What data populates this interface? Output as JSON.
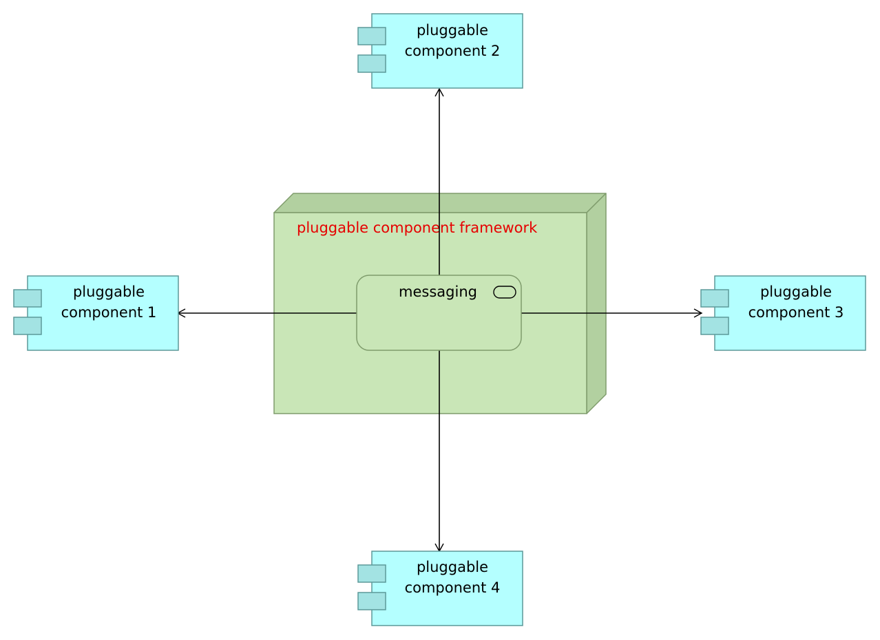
{
  "colors": {
    "node_front": "#c9e6b7",
    "node_top": "#b2d0a0",
    "node_side": "#b2d0a0",
    "node_stroke": "#7f9c6c",
    "node_title": "#e60000",
    "service_fill": "#c9e6b7",
    "service_stroke": "#7f9c6c",
    "component_fill": "#b4ffff",
    "component_stroke": "#5c9999",
    "component_tab": "#a3e3e3",
    "edge": "#000000"
  },
  "framework": {
    "label": "pluggable component framework",
    "icon": "node-3d-box"
  },
  "messaging": {
    "label": "messaging",
    "icon": "service-icon"
  },
  "components": {
    "c1": {
      "line1": "pluggable",
      "line2": "component 1",
      "icon": "component-icon"
    },
    "c2": {
      "line1": "pluggable",
      "line2": "component 2",
      "icon": "component-icon"
    },
    "c3": {
      "line1": "pluggable",
      "line2": "component 3",
      "icon": "component-icon"
    },
    "c4": {
      "line1": "pluggable",
      "line2": "component 4",
      "icon": "component-icon"
    }
  }
}
